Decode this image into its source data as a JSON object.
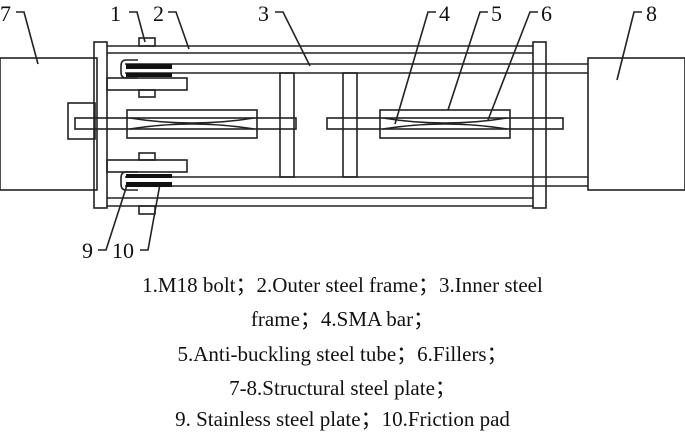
{
  "callouts": {
    "n1": "1",
    "n2": "2",
    "n3": "3",
    "n4": "4",
    "n5": "5",
    "n6": "6",
    "n7": "7",
    "n8": "8",
    "n9": "9",
    "n10": "10"
  },
  "caption": {
    "line1": "1.M18 bolt；2.Outer steel frame；3.Inner steel",
    "line2": "frame；4.SMA bar；",
    "line3": "5.Anti-buckling steel tube；6.Fillers；",
    "line4": "7-8.Structural steel plate；",
    "line5": "9. Stainless steel plate；10.Friction pad"
  },
  "colors": {
    "line": "#222222",
    "background": "#ffffff"
  }
}
